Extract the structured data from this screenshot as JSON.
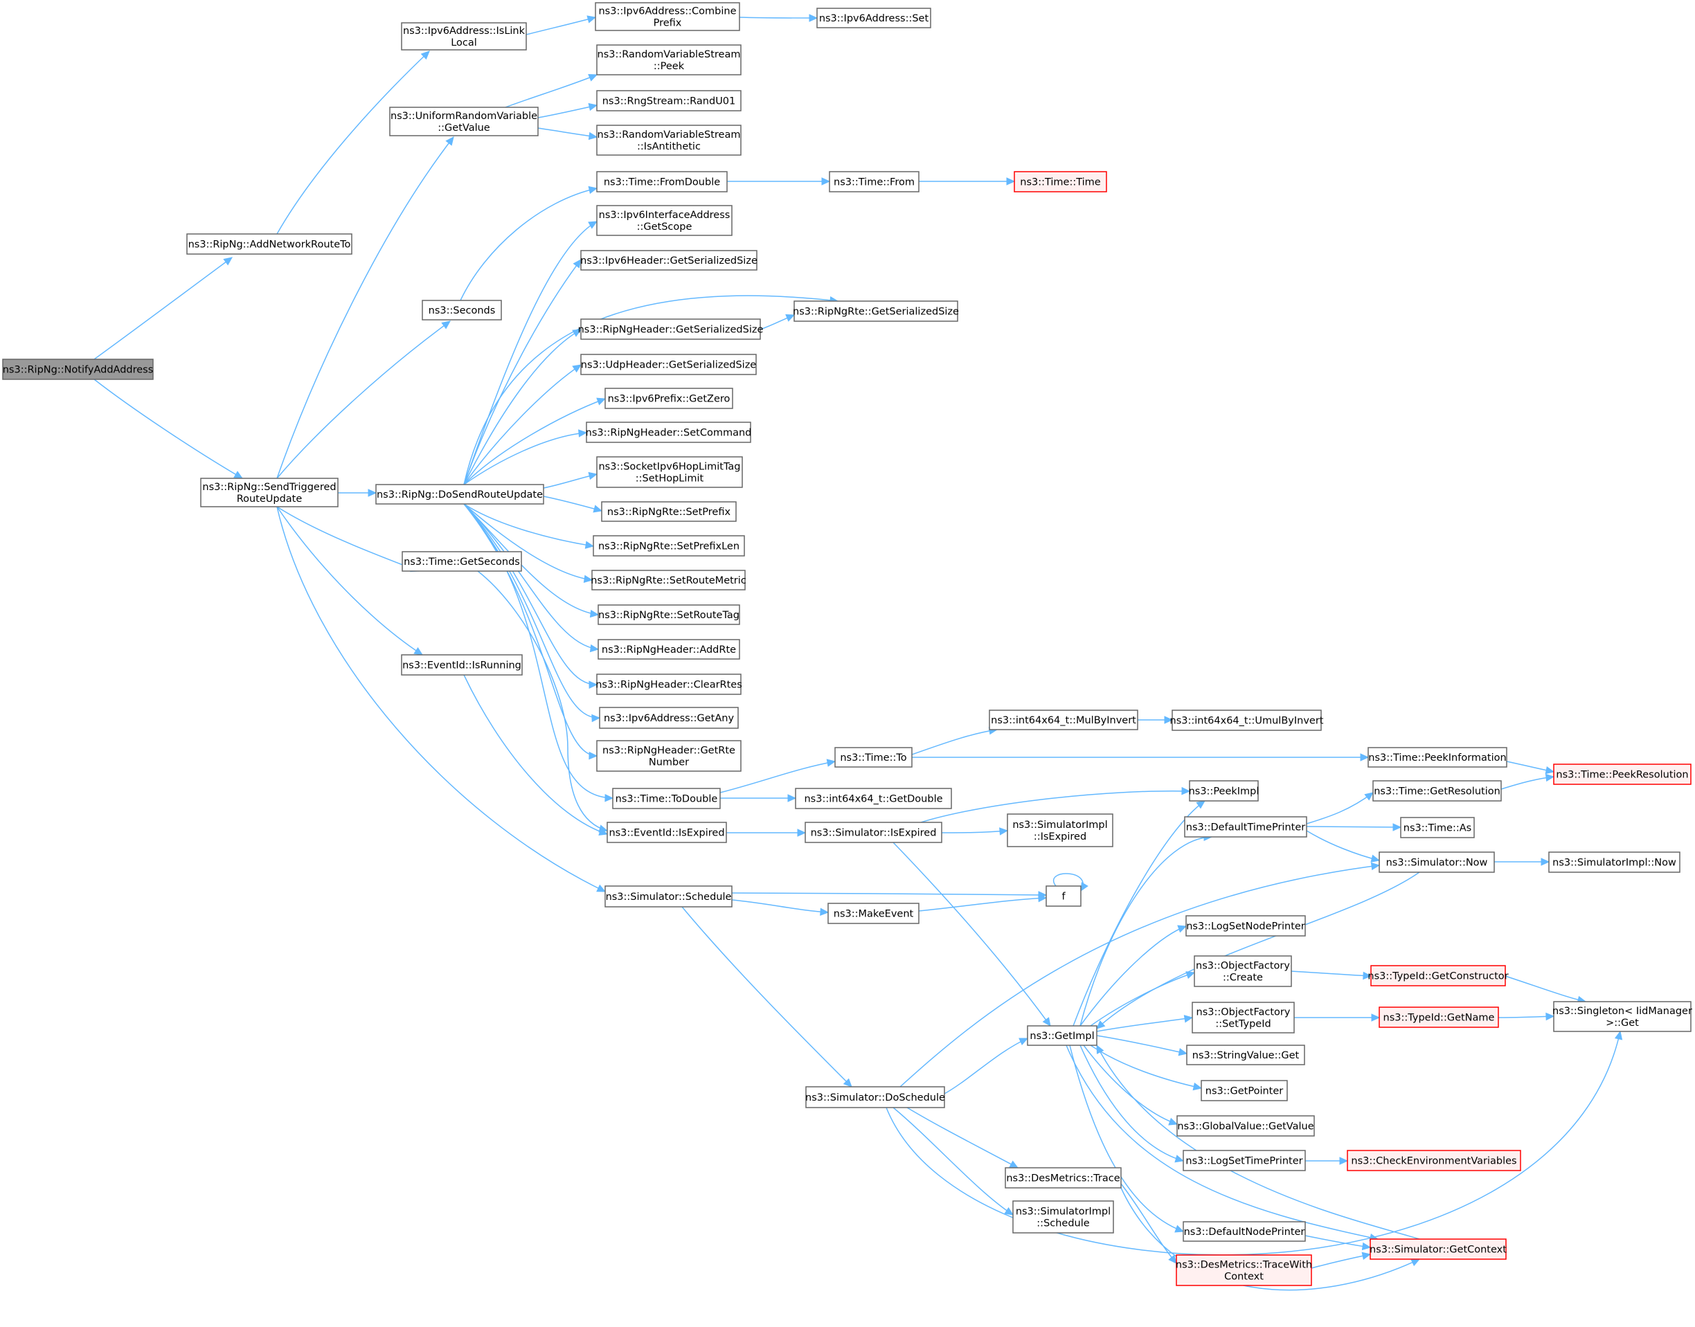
{
  "colors": {
    "edge": "#63b8ff",
    "node_border": "#666666",
    "root_fill": "#999999",
    "truncated_border": "#ff0000",
    "truncated_fill": "#fff0f0"
  },
  "nodes": [
    {
      "id": "notify",
      "lines": [
        "ns3::RipNg::NotifyAddAddress"
      ],
      "style": "root"
    },
    {
      "id": "addnet",
      "lines": [
        "ns3::RipNg::AddNetworkRouteTo"
      ]
    },
    {
      "id": "sendtrig",
      "lines": [
        "ns3::RipNg::SendTriggered",
        "RouteUpdate"
      ]
    },
    {
      "id": "islink",
      "lines": [
        "ns3::Ipv6Address::IsLink",
        "Local"
      ]
    },
    {
      "id": "combine",
      "lines": [
        "ns3::Ipv6Address::Combine",
        "Prefix"
      ]
    },
    {
      "id": "v6set",
      "lines": [
        "ns3::Ipv6Address::Set"
      ]
    },
    {
      "id": "urv",
      "lines": [
        "ns3::UniformRandomVariable",
        "::GetValue"
      ]
    },
    {
      "id": "peek",
      "lines": [
        "ns3::RandomVariableStream",
        "::Peek"
      ]
    },
    {
      "id": "randu",
      "lines": [
        "ns3::RngStream::RandU01"
      ]
    },
    {
      "id": "anti",
      "lines": [
        "ns3::RandomVariableStream",
        "::IsAntithetic"
      ]
    },
    {
      "id": "fromdouble",
      "lines": [
        "ns3::Time::FromDouble"
      ]
    },
    {
      "id": "timefrom",
      "lines": [
        "ns3::Time::From"
      ]
    },
    {
      "id": "timetime",
      "lines": [
        "ns3::Time::Time"
      ],
      "style": "trunc"
    },
    {
      "id": "getscope",
      "lines": [
        "ns3::Ipv6InterfaceAddress",
        "::GetScope"
      ]
    },
    {
      "id": "v6hdr",
      "lines": [
        "ns3::Ipv6Header::GetSerializedSize"
      ]
    },
    {
      "id": "seconds",
      "lines": [
        "ns3::Seconds"
      ]
    },
    {
      "id": "rtesize",
      "lines": [
        "ns3::RipNgRte::GetSerializedSize"
      ]
    },
    {
      "id": "riphdrsize",
      "lines": [
        "ns3::RipNgHeader::GetSerializedSize"
      ]
    },
    {
      "id": "udpsize",
      "lines": [
        "ns3::UdpHeader::GetSerializedSize"
      ]
    },
    {
      "id": "getzero",
      "lines": [
        "ns3::Ipv6Prefix::GetZero"
      ]
    },
    {
      "id": "setcmd",
      "lines": [
        "ns3::RipNgHeader::SetCommand"
      ]
    },
    {
      "id": "hoplimit",
      "lines": [
        "ns3::SocketIpv6HopLimitTag",
        "::SetHopLimit"
      ]
    },
    {
      "id": "dosend",
      "lines": [
        "ns3::RipNg::DoSendRouteUpdate"
      ]
    },
    {
      "id": "setprefix",
      "lines": [
        "ns3::RipNgRte::SetPrefix"
      ]
    },
    {
      "id": "setprefixlen",
      "lines": [
        "ns3::RipNgRte::SetPrefixLen"
      ]
    },
    {
      "id": "getsec",
      "lines": [
        "ns3::Time::GetSeconds"
      ]
    },
    {
      "id": "setmetric",
      "lines": [
        "ns3::RipNgRte::SetRouteMetric"
      ]
    },
    {
      "id": "settag",
      "lines": [
        "ns3::RipNgRte::SetRouteTag"
      ]
    },
    {
      "id": "addrte",
      "lines": [
        "ns3::RipNgHeader::AddRte"
      ]
    },
    {
      "id": "isrunning",
      "lines": [
        "ns3::EventId::IsRunning"
      ]
    },
    {
      "id": "clearrtes",
      "lines": [
        "ns3::RipNgHeader::ClearRtes"
      ]
    },
    {
      "id": "getany",
      "lines": [
        "ns3::Ipv6Address::GetAny"
      ]
    },
    {
      "id": "mulbyinv",
      "lines": [
        "ns3::int64x64_t::MulByInvert"
      ]
    },
    {
      "id": "umulbyinv",
      "lines": [
        "ns3::int64x64_t::UmulByInvert"
      ]
    },
    {
      "id": "getrte",
      "lines": [
        "ns3::RipNgHeader::GetRte",
        "Number"
      ]
    },
    {
      "id": "timeto",
      "lines": [
        "ns3::Time::To"
      ]
    },
    {
      "id": "peekinfo",
      "lines": [
        "ns3::Time::PeekInformation"
      ]
    },
    {
      "id": "peekres",
      "lines": [
        "ns3::Time::PeekResolution"
      ],
      "style": "trunc"
    },
    {
      "id": "peekimpl",
      "lines": [
        "ns3::PeekImpl"
      ]
    },
    {
      "id": "todouble",
      "lines": [
        "ns3::Time::ToDouble"
      ]
    },
    {
      "id": "getdouble",
      "lines": [
        "ns3::int64x64_t::GetDouble"
      ]
    },
    {
      "id": "getresol",
      "lines": [
        "ns3::Time::GetResolution"
      ]
    },
    {
      "id": "deftp",
      "lines": [
        "ns3::DefaultTimePrinter"
      ]
    },
    {
      "id": "simimplexp",
      "lines": [
        "ns3::SimulatorImpl",
        "::IsExpired"
      ]
    },
    {
      "id": "isexpired",
      "lines": [
        "ns3::EventId::IsExpired"
      ]
    },
    {
      "id": "simexp",
      "lines": [
        "ns3::Simulator::IsExpired"
      ]
    },
    {
      "id": "timeas",
      "lines": [
        "ns3::Time::As"
      ]
    },
    {
      "id": "simnow",
      "lines": [
        "ns3::Simulator::Now"
      ]
    },
    {
      "id": "simimplnow",
      "lines": [
        "ns3::SimulatorImpl::Now"
      ]
    },
    {
      "id": "f",
      "lines": [
        "f"
      ]
    },
    {
      "id": "schedule",
      "lines": [
        "ns3::Simulator::Schedule"
      ]
    },
    {
      "id": "logsnp",
      "lines": [
        "ns3::LogSetNodePrinter"
      ]
    },
    {
      "id": "makeevent",
      "lines": [
        "ns3::MakeEvent"
      ]
    },
    {
      "id": "ofcreate",
      "lines": [
        "ns3::ObjectFactory",
        "::Create"
      ]
    },
    {
      "id": "getctor",
      "lines": [
        "ns3::TypeId::GetConstructor"
      ],
      "style": "trunc"
    },
    {
      "id": "singleton",
      "lines": [
        "ns3::Singleton< IidManager",
        ">::Get"
      ]
    },
    {
      "id": "ofsettype",
      "lines": [
        "ns3::ObjectFactory",
        "::SetTypeId"
      ]
    },
    {
      "id": "getname",
      "lines": [
        "ns3::TypeId::GetName"
      ],
      "style": "trunc"
    },
    {
      "id": "getimpl",
      "lines": [
        "ns3::GetImpl"
      ]
    },
    {
      "id": "strget",
      "lines": [
        "ns3::StringValue::Get"
      ]
    },
    {
      "id": "getptr",
      "lines": [
        "ns3::GetPointer"
      ]
    },
    {
      "id": "doschedule",
      "lines": [
        "ns3::Simulator::DoSchedule"
      ]
    },
    {
      "id": "gvget",
      "lines": [
        "ns3::GlobalValue::GetValue"
      ]
    },
    {
      "id": "logstp",
      "lines": [
        "ns3::LogSetTimePrinter"
      ]
    },
    {
      "id": "checkenv",
      "lines": [
        "ns3::CheckEnvironmentVariables"
      ],
      "style": "trunc"
    },
    {
      "id": "trace",
      "lines": [
        "ns3::DesMetrics::Trace"
      ]
    },
    {
      "id": "simimplsch",
      "lines": [
        "ns3::SimulatorImpl",
        "::Schedule"
      ]
    },
    {
      "id": "defnp",
      "lines": [
        "ns3::DefaultNodePrinter"
      ]
    },
    {
      "id": "getctx",
      "lines": [
        "ns3::Simulator::GetContext"
      ],
      "style": "trunc"
    },
    {
      "id": "tracectx",
      "lines": [
        "ns3::DesMetrics::TraceWith",
        "Context"
      ],
      "style": "trunc"
    }
  ]
}
